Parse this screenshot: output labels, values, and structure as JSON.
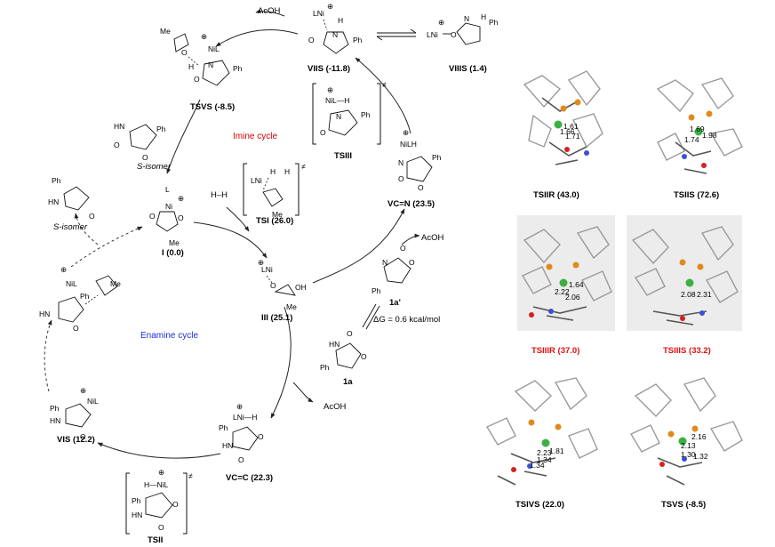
{
  "cycles": {
    "imine": "Imine cycle",
    "enamine": "Enamine cycle"
  },
  "species": {
    "VIIs": "VIIS (-11.8)",
    "VIIIs": "VIIIS (1.4)",
    "TSVs": "TSVS (-8.5)",
    "TSIII": "TSIII",
    "VCN": "VC=N (23.5)",
    "I": "I (0.0)",
    "TSI": "TSI (26.0)",
    "III": "III (25.1)",
    "one_a_prime": "1a'",
    "one_a": "1a",
    "VCC": "VC=C (22.3)",
    "VIs": "VIS (12.2)",
    "TSII": "TSII",
    "s_isomer_1": "S-isomer",
    "s_isomer_2": "S-isomer"
  },
  "reagents": {
    "acoh_top": "AcOH",
    "acoh_mid": "AcOH",
    "acoh_bottom": "AcOH",
    "h2": "H–H",
    "delta_g": "ΔG = 0.6 kcal/mol"
  },
  "chem_text": {
    "LNi": "LNi",
    "NiL": "NiL",
    "NiLH": "NiLH",
    "Ph": "Ph",
    "Me": "Me",
    "plus": "⊕",
    "dagger": "≠",
    "H": "H",
    "N": "N",
    "O": "O",
    "HN": "HN",
    "L": "L",
    "OH": "OH",
    "NiL_H": "NiL—H",
    "LNi_H": "LNi—H",
    "H_NiL": "H—NiL",
    "Ni": "Ni"
  },
  "structures": {
    "tsII_R": {
      "caption": "TSIIR (43.0)",
      "d1": "1.61",
      "d2": "1.66",
      "d3": "1.71"
    },
    "tsII_S": {
      "caption": "TSIIS (72.6)",
      "d1": "1.69",
      "d2": "1.98",
      "d3": "1.74"
    },
    "tsIII_R": {
      "caption": "TSIIIR (37.0)",
      "d1": "1.64",
      "d2": "2.22",
      "d3": "2.06"
    },
    "tsIII_S": {
      "caption": "TSIIIS (33.2)",
      "d1": "2.08",
      "d2": "2.31"
    },
    "tsIV_S": {
      "caption": "TSIVS (22.0)",
      "d1": "2.23",
      "d2": "1.81",
      "d3": "1.34",
      "d4": "1.34"
    },
    "tsV_S": {
      "caption": "TSVS (-8.5)",
      "d1": "2.16",
      "d2": "2.13",
      "d3": "1.30",
      "d4": "1.32"
    }
  },
  "colors": {
    "imine_label": "#d40000",
    "enamine_label": "#1a2fd4",
    "red_caption": "#e01010",
    "ni_atom": "#3cb043",
    "p_atom": "#e08a1e",
    "o_atom": "#d62020",
    "n_atom": "#3a4fd6"
  }
}
